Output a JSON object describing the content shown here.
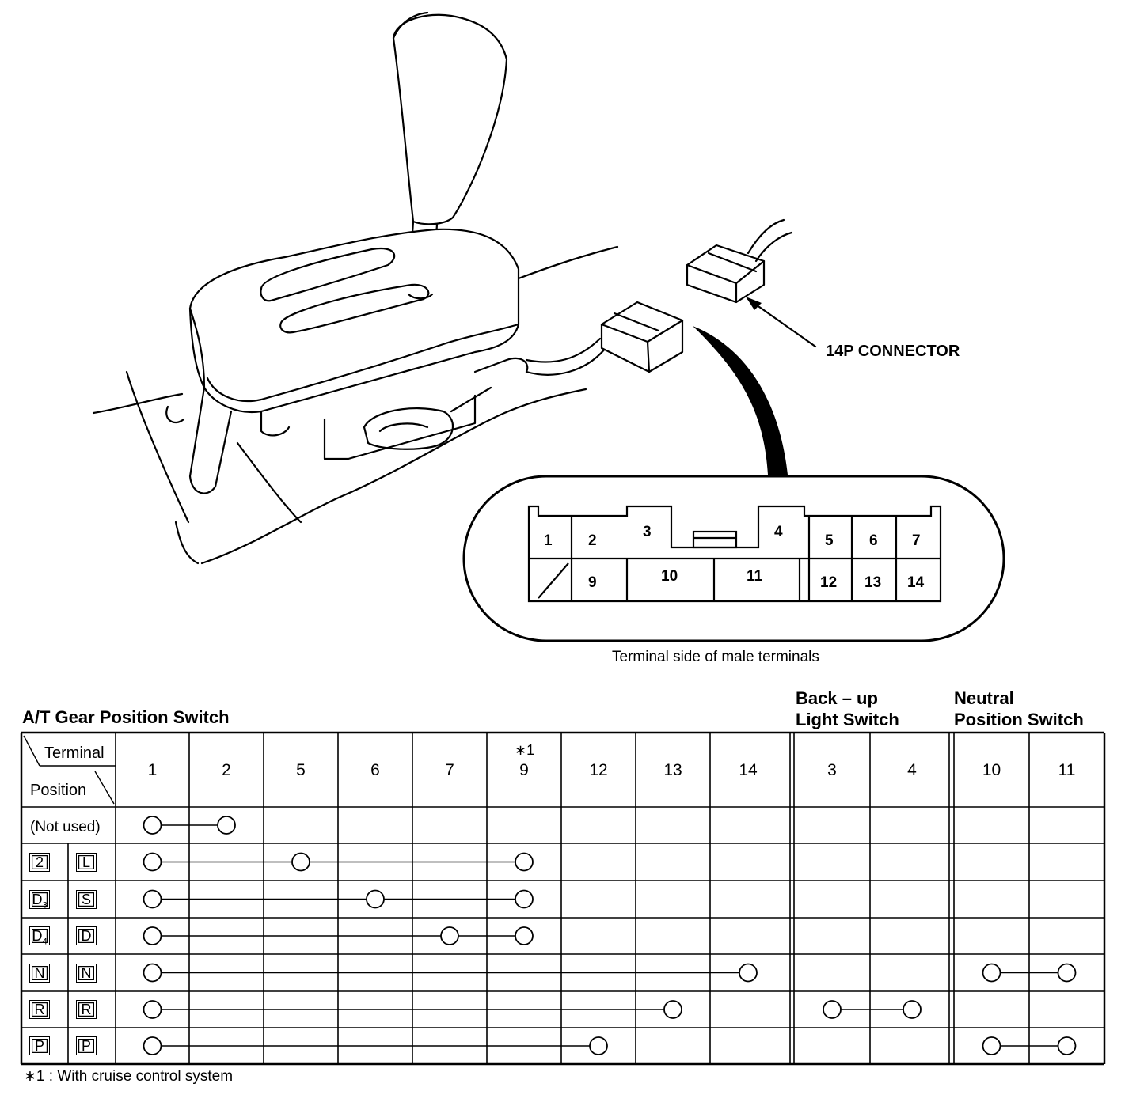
{
  "connector_label": "14P CONNECTOR",
  "terminal_caption": "Terminal side of male terminals",
  "connector_pins": {
    "p1": "1",
    "p2": "2",
    "p3": "3",
    "p4": "4",
    "p5": "5",
    "p6": "6",
    "p7": "7",
    "p9": "9",
    "p10": "10",
    "p11": "11",
    "p12": "12",
    "p13": "13",
    "p14": "14"
  },
  "table": {
    "title": "A/T Gear Position Switch",
    "group_backup": [
      "Back – up",
      "Light Switch"
    ],
    "group_neutral": [
      "Neutral",
      "Position Switch"
    ],
    "corner_terminal": "Terminal",
    "corner_position": "Position",
    "cruise_mark": "∗1",
    "columns": [
      "1",
      "2",
      "5",
      "6",
      "7",
      "9",
      "12",
      "13",
      "14",
      "3",
      "4",
      "10",
      "11"
    ],
    "rows": [
      {
        "position": "(Not used)",
        "connected": [
          "1",
          "2"
        ],
        "groups": [
          [
            "1",
            "2"
          ]
        ]
      },
      {
        "positions": [
          "2",
          "L"
        ],
        "connected": [
          "1",
          "5",
          "9"
        ],
        "groups": [
          [
            "1",
            "5",
            "9"
          ]
        ]
      },
      {
        "positions": [
          "D3",
          "S"
        ],
        "connected": [
          "1",
          "6",
          "9"
        ],
        "groups": [
          [
            "1",
            "6",
            "9"
          ]
        ]
      },
      {
        "positions": [
          "D4",
          "D"
        ],
        "connected": [
          "1",
          "7",
          "9"
        ],
        "groups": [
          [
            "1",
            "7",
            "9"
          ]
        ]
      },
      {
        "positions": [
          "N",
          "N"
        ],
        "connected": [
          "1",
          "14",
          "10",
          "11"
        ],
        "groups": [
          [
            "1",
            "14"
          ],
          [
            "10",
            "11"
          ]
        ]
      },
      {
        "positions": [
          "R",
          "R"
        ],
        "connected": [
          "1",
          "13",
          "3",
          "4"
        ],
        "groups": [
          [
            "1",
            "13"
          ],
          [
            "3",
            "4"
          ]
        ]
      },
      {
        "positions": [
          "P",
          "P"
        ],
        "connected": [
          "1",
          "12",
          "10",
          "11"
        ],
        "groups": [
          [
            "1",
            "12"
          ],
          [
            "10",
            "11"
          ]
        ]
      }
    ],
    "footnote": "∗1 : With cruise control system"
  }
}
